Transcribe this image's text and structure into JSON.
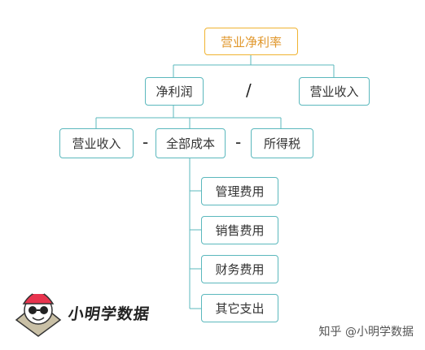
{
  "diagram": {
    "root": "营业净利率",
    "net_profit": "净利润",
    "divide_op": "/",
    "revenue_top": "营业收入",
    "revenue_left": "营业收入",
    "minus_op_1": "-",
    "total_cost": "全部成本",
    "minus_op_2": "-",
    "income_tax": "所得税",
    "costs": [
      "管理费用",
      "销售费用",
      "财务费用",
      "其它支出"
    ]
  },
  "brand": {
    "name": "小明学数据"
  },
  "watermark": {
    "text": "知乎 @小明学数据"
  },
  "colors": {
    "line": "#5bb8bd",
    "root_border": "#f0b331",
    "root_text": "#e0962a"
  }
}
